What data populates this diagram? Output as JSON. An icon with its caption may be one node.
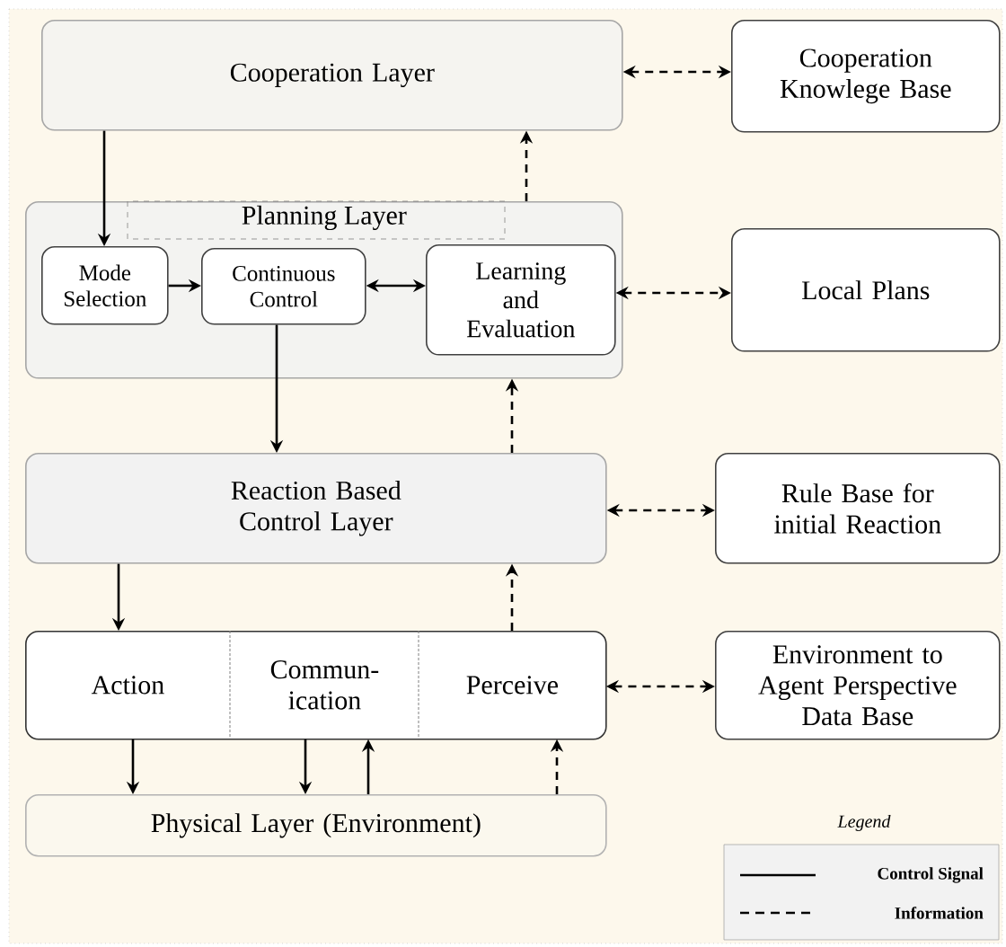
{
  "diagram": {
    "nodes": [
      {
        "text": [
          "Cooperation Layer"
        ]
      },
      {
        "text": [
          "Cooperation Knowlege Base"
        ]
      },
      {
        "text": [
          "Planning Layer"
        ]
      },
      {
        "text": [
          "Mode Selection"
        ],
        "in": 2
      },
      {
        "text": [
          "Continuous Control"
        ],
        "in": 2
      },
      {
        "text": [
          "Learning and Evaluation"
        ],
        "in": 2
      },
      {
        "text": [
          "Local Plans"
        ]
      },
      {
        "text": [
          "Reaction Based Control Layer"
        ]
      },
      {
        "text": [
          "Rule Base for initial Reaction"
        ]
      },
      {
        "text": [],
        "shape": "box"
      },
      {
        "text": [
          "Action"
        ],
        "in": 9
      },
      {
        "text": [
          "Commun- ication"
        ],
        "in": 9
      },
      {
        "text": [
          "Perceive"
        ],
        "in": 9
      },
      {
        "text": [
          "Environment to Agent Perspective Data Base"
        ]
      },
      {
        "text": [
          "Physical Layer (Environment)"
        ]
      }
    ],
    "edges": [
      {
        "from": 0,
        "to": 3,
        "arrow": "to"
      },
      {
        "from": 3,
        "to": 4,
        "arrow": "to"
      },
      {
        "from": 4,
        "to": 5,
        "arrow": "both"
      },
      {
        "from": 4,
        "to": 7,
        "arrow": "to"
      },
      {
        "from": 2,
        "to": 0,
        "arrow": "to",
        "style": "dashed"
      },
      {
        "from": 0,
        "to": 1,
        "arrow": "both",
        "style": "dashed"
      },
      {
        "from": 5,
        "to": 6,
        "arrow": "both",
        "style": "dashed"
      },
      {
        "from": 7,
        "to": 2,
        "arrow": "to",
        "style": "dashed"
      },
      {
        "from": 7,
        "to": 8,
        "arrow": "both",
        "style": "dashed"
      },
      {
        "from": 7,
        "to": 10,
        "arrow": "to"
      },
      {
        "from": 12,
        "to": 7,
        "arrow": "to",
        "style": "dashed"
      },
      {
        "from": 12,
        "to": 13,
        "arrow": "both",
        "style": "dashed"
      },
      {
        "from": 10,
        "to": 14,
        "arrow": "to"
      },
      {
        "from": 11,
        "to": 14,
        "arrow": "to"
      },
      {
        "from": 14,
        "to": 11,
        "arrow": "to"
      },
      {
        "from": 14,
        "to": 12,
        "arrow": "to",
        "style": "dashed"
      }
    ],
    "labels": [
      "Legend"
    ],
    "legend": [
      {
        "text": "Control Signal"
      },
      {
        "text": "Information"
      }
    ]
  }
}
